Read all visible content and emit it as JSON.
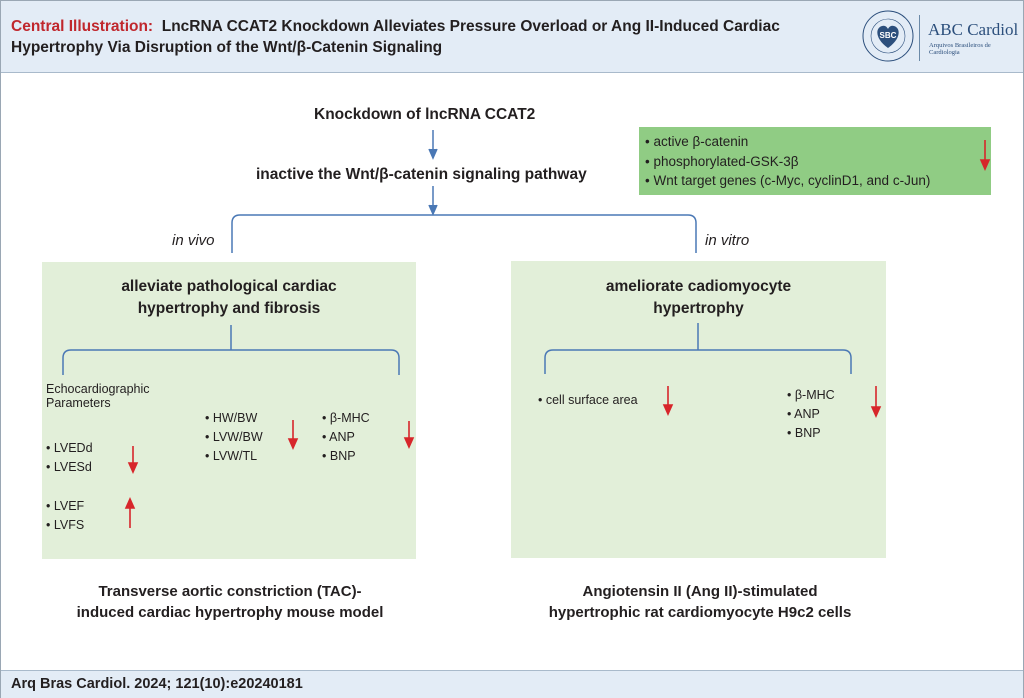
{
  "header": {
    "lead": "Central Illustration:",
    "title_line1": "LncRNA CCAT2 Knockdown Alleviates Pressure Overload or Ang II-Induced Cardiac",
    "title_line2": "Hypertrophy Via Disruption of the Wnt/β-Catenin Signaling",
    "journal_logo": "ABC Cardiol",
    "journal_sub": "Arquivos Brasileiros de Cardiologia",
    "society_abbr": "SBC"
  },
  "flow": {
    "top": "Knockdown of lncRNA CCAT2",
    "second": "inactive the Wnt/β-catenin signaling pathway",
    "left_branch": "in vivo",
    "right_branch": "in vitro"
  },
  "wnt_box": {
    "items": [
      "active β-catenin",
      "phosphorylated-GSK-3β",
      "Wnt target genes (c-Myc, cyclinD1, and c-Jun)"
    ],
    "trend": "down"
  },
  "in_vivo": {
    "title_line1": "alleviate pathological cardiac",
    "title_line2": "hypertrophy and fibrosis",
    "echo_label_line1": "Echocardiographic",
    "echo_label_line2": "Parameters",
    "group_decrease": [
      "LVEDd",
      "LVESd"
    ],
    "group_increase": [
      "LVEF",
      "LVFS"
    ],
    "ratios": [
      "HW/BW",
      "LVW/BW",
      "LVW/TL"
    ],
    "markers": [
      "β-MHC",
      "ANP",
      "BNP"
    ],
    "caption_line1": "Transverse aortic constriction (TAC)-",
    "caption_line2": "induced cardiac hypertrophy mouse model"
  },
  "in_vitro": {
    "title_line1": "ameliorate cadiomyocyte",
    "title_line2": "hypertrophy",
    "cell_item": "cell surface area",
    "markers": [
      "β-MHC",
      "ANP",
      "BNP"
    ],
    "caption_line1": "Angiotensin II (Ang II)-stimulated",
    "caption_line2": "hypertrophic rat cardiomyocyte H9c2 cells"
  },
  "footer": {
    "citation": "Arq Bras Cardiol. 2024; 121(10):e20240181"
  },
  "colors": {
    "header_bg": "#e3ecf6",
    "title_accent": "#c0272d",
    "panel_green": "#e2efd9",
    "wnt_green": "#90cc84",
    "connector_blue": "#4a78b5",
    "arrow_red": "#d7262b"
  }
}
